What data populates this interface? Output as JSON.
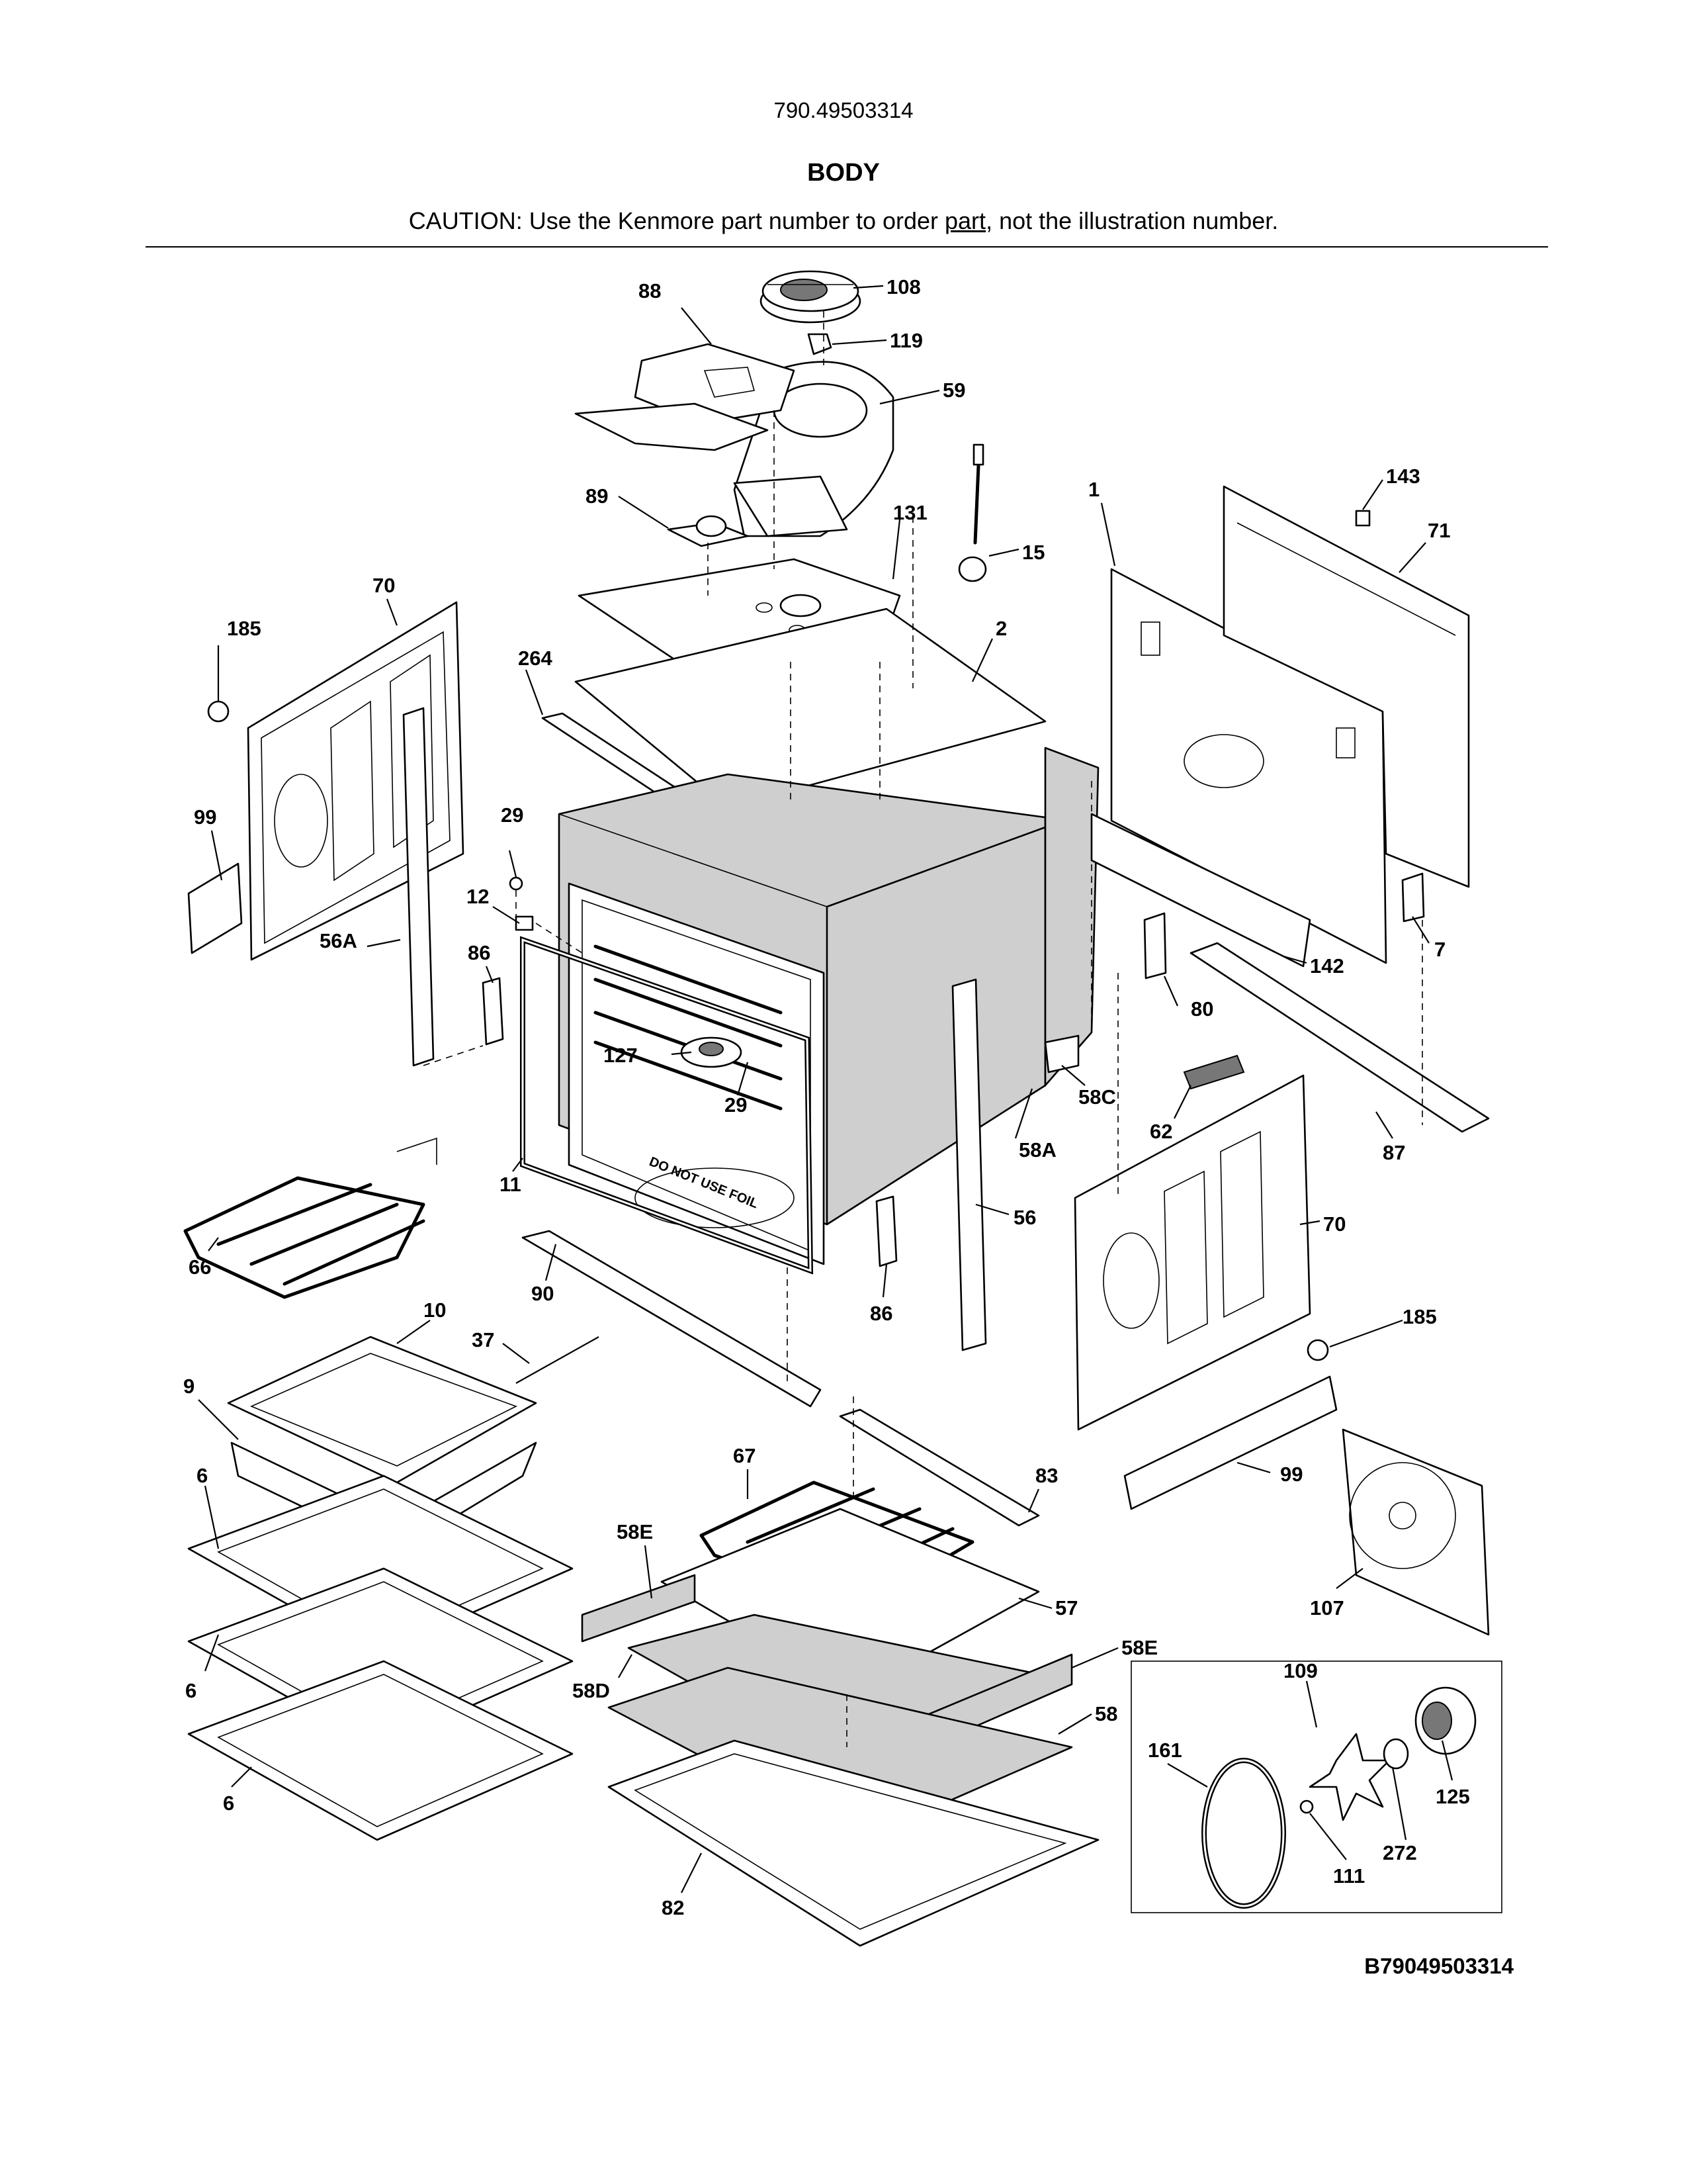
{
  "header": {
    "model_number": "790.49503314",
    "section_title": "BODY",
    "caution_before": "CAUTION: Use the Kenmore part number to order ",
    "caution_underlined": "part",
    "caution_after": ", not the illustration number."
  },
  "footer": {
    "diagram_id": "B79049503314"
  },
  "callouts": {
    "c88": "88",
    "c108": "108",
    "c119": "119",
    "c59": "59",
    "c89": "89",
    "c131": "131",
    "c15": "15",
    "c1": "1",
    "c143": "143",
    "c71": "71",
    "c70_left": "70",
    "c185_left": "185",
    "c264": "264",
    "c2": "2",
    "c29_top": "29",
    "c99_left": "99",
    "c12": "12",
    "c86_left": "86",
    "c56A": "56A",
    "c7": "7",
    "c142": "142",
    "c80": "80",
    "c127": "127",
    "c29_mid": "29",
    "c58C": "58C",
    "c62": "62",
    "c87": "87",
    "c58A": "58A",
    "c11": "11",
    "c56": "56",
    "c70_right": "70",
    "c66": "66",
    "c90": "90",
    "c86_right": "86",
    "c10": "10",
    "c37": "37",
    "c185_right": "185",
    "c9": "9",
    "c99_right": "99",
    "c67": "67",
    "c83": "83",
    "c6_top": "6",
    "c58E_left": "58E",
    "c107": "107",
    "c57": "57",
    "c58E_right": "58E",
    "c6_mid": "6",
    "c58D": "58D",
    "c109": "109",
    "c58": "58",
    "c161": "161",
    "c6_bottom": "6",
    "c125": "125",
    "c272": "272",
    "c111": "111",
    "c82": "82"
  },
  "oven_label": "DO NOT USE FOIL"
}
